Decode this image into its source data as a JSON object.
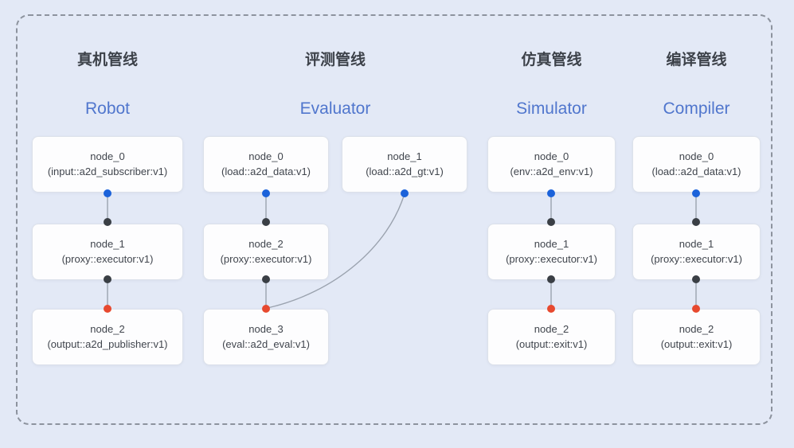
{
  "colors": {
    "background": "#e3e9f6",
    "frame_dash": "#8d939e",
    "box_fill": "#fdfdfe",
    "box_border": "#dce1ea",
    "edge_line": "#9aa2ae",
    "output_port": "#1b62da",
    "input_port": "#3a3f45",
    "terminal_port": "#e7492f",
    "title_zh_color": "#3d424a",
    "title_en_color": "#5076cd",
    "node_text_color": "#40454d"
  },
  "pipelines": [
    {
      "title_zh": "真机管线",
      "title_en": "Robot",
      "nodes": [
        {
          "name": "node_0",
          "type": "(input::a2d_subscriber:v1)"
        },
        {
          "name": "node_1",
          "type": "(proxy::executor:v1)"
        },
        {
          "name": "node_2",
          "type": "(output::a2d_publisher:v1)"
        }
      ]
    },
    {
      "title_zh": "评测管线",
      "title_en": "Evaluator",
      "nodes": [
        {
          "name": "node_0",
          "type": "(load::a2d_data:v1)"
        },
        {
          "name": "node_1",
          "type": "(load::a2d_gt:v1)"
        },
        {
          "name": "node_2",
          "type": "(proxy::executor:v1)"
        },
        {
          "name": "node_3",
          "type": "(eval::a2d_eval:v1)"
        }
      ]
    },
    {
      "title_zh": "仿真管线",
      "title_en": "Simulator",
      "nodes": [
        {
          "name": "node_0",
          "type": "(env::a2d_env:v1)"
        },
        {
          "name": "node_1",
          "type": "(proxy::executor:v1)"
        },
        {
          "name": "node_2",
          "type": "(output::exit:v1)"
        }
      ]
    },
    {
      "title_zh": "编译管线",
      "title_en": "Compiler",
      "nodes": [
        {
          "name": "node_0",
          "type": "(load::a2d_data:v1)"
        },
        {
          "name": "node_1",
          "type": "(proxy::executor:v1)"
        },
        {
          "name": "node_2",
          "type": "(output::exit:v1)"
        }
      ]
    }
  ]
}
